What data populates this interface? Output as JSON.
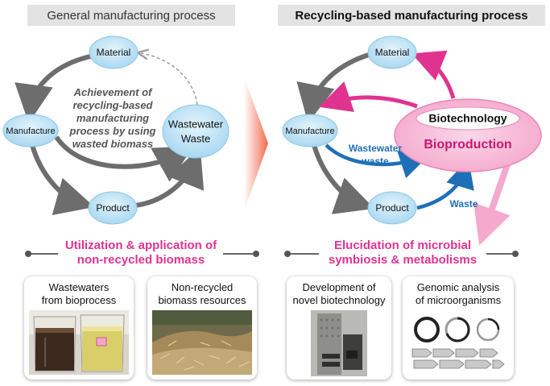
{
  "left_panel": {
    "header": "General manufacturing process",
    "nodes": {
      "material": "Material",
      "manufacture": "Manufacture",
      "wastewater_line1": "Wastewater",
      "wastewater_line2": "Waste",
      "product": "Product"
    },
    "center_text": [
      "Achievement of",
      "recycling-based",
      "manufacturing",
      "process by using",
      "wasted biomass"
    ],
    "subtitle_line1": "Utilization & application of",
    "subtitle_line2": "non-recycled biomass",
    "cards": [
      {
        "title_line1": "Wastewaters",
        "title_line2": "from bioprocess"
      },
      {
        "title_line1": "Non-recycled",
        "title_line2": "biomass resources"
      }
    ]
  },
  "right_panel": {
    "header": "Recycling-based manufacturing process",
    "nodes": {
      "material": "Material",
      "manufacture": "Manufacture",
      "product": "Product",
      "biotechnology": "Biotechnology",
      "bioproduction": "Bioproduction"
    },
    "flow_labels": {
      "wastewater_line1": "Wastewater",
      "wastewater_line2": "waste",
      "waste": "Waste"
    },
    "subtitle_line1": "Elucidation of microbial",
    "subtitle_line2": "symbiosis & metabolisms",
    "cards": [
      {
        "title_line1": "Development of",
        "title_line2": "novel biotechnology"
      },
      {
        "title_line1": "Genomic analysis",
        "title_line2": "of microorganisms"
      }
    ]
  },
  "colors": {
    "gray_arrow": "#6d6d6d",
    "pink": "#e0338f",
    "pink_light": "#f4a9cd",
    "blue": "#1f6fb8",
    "node_fill": "#bfe3f6",
    "node_stroke": "#8cc6e6",
    "transition_arrow": "#f05a3a"
  }
}
